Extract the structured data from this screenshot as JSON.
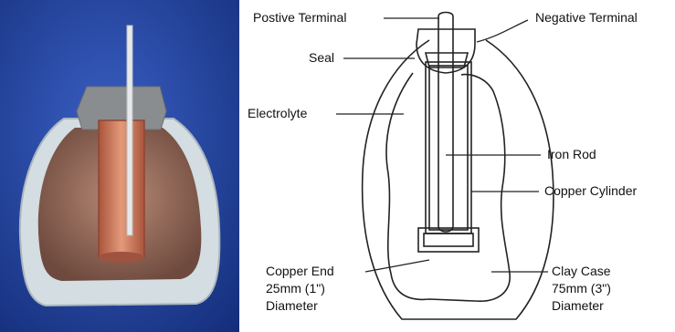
{
  "labels": {
    "positive_terminal": "Postive Terminal",
    "negative_terminal": "Negative Terminal",
    "seal": "Seal",
    "electrolyte": "Electrolyte",
    "iron_rod": "Iron Rod",
    "copper_cylinder": "Copper Cylinder",
    "copper_end": [
      "Copper End",
      "25mm (1\")",
      "Diameter"
    ],
    "clay_case": [
      "Clay Case",
      "75mm (3\")",
      "Diameter"
    ]
  },
  "colors": {
    "photo_background": "#1f3f9a",
    "clay": "#cfd8dc",
    "copper": "#c97a5c",
    "electrolyte_tint": "#9a6a55",
    "diagram_line": "#222222"
  }
}
